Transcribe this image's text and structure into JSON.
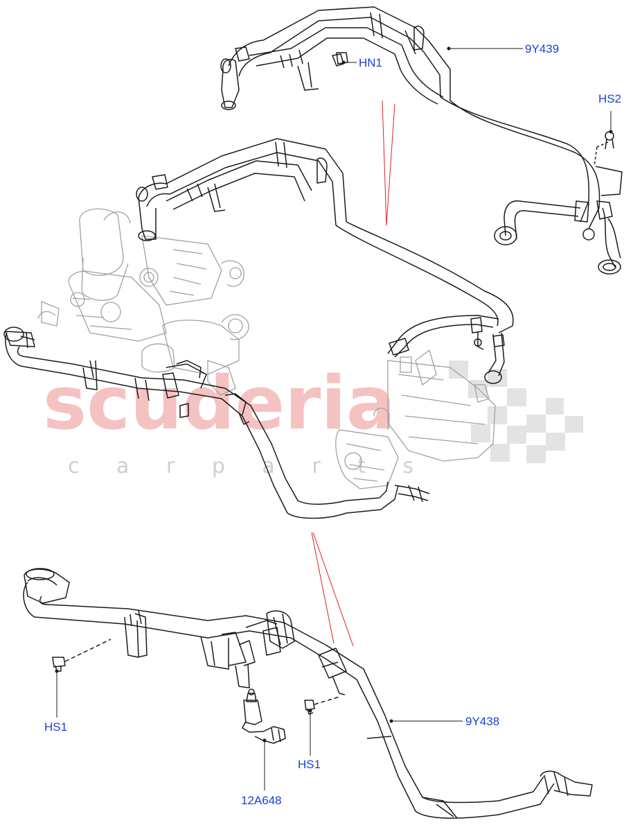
{
  "watermark": {
    "brand": "scuderia",
    "tagline": "c a r   p a r t s",
    "brand_color": "#f4b8b8",
    "tagline_color": "#cfcfcf"
  },
  "callouts": {
    "label_9y439": "9Y439",
    "label_hn1": "HN1",
    "label_hs2": "HS2",
    "label_hs1_left": "HS1",
    "label_hs1_right": "HS1",
    "label_9y438": "9Y438",
    "label_12a648": "12A648"
  },
  "colors": {
    "callout_text": "#1a3fd6",
    "line_art": "#1a1a1a",
    "ghost_art": "#9a9a9a",
    "link_lines": "#e02020"
  }
}
